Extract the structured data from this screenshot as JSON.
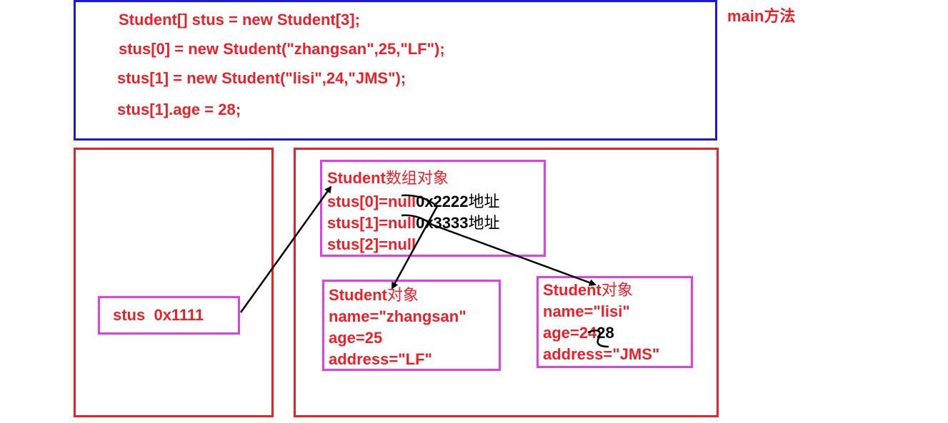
{
  "main_method": {
    "label": "main方法",
    "code_lines": [
      "Student[] stus = new Student[3];",
      "stus[0] = new Student(\"zhangsan\",25,\"LF\");",
      "stus[1] = new Student(\"lisi\",24,\"JMS\");",
      "stus[1].age = 28;"
    ]
  },
  "stack": {
    "variable": "stus  0x1111"
  },
  "heap": {
    "array_object": {
      "title_en": "Student",
      "title_cn": "数组对象",
      "slot0": {
        "text": "stus[0]=null",
        "address": "0x2222",
        "address_suffix": "地址"
      },
      "slot1": {
        "text": "stus[1]=null",
        "address": "0x3333",
        "address_suffix": "地址"
      },
      "slot2": {
        "text": "stus[2]=null"
      }
    },
    "student_zhangsan": {
      "title_en": "Student",
      "title_cn": "对象",
      "name": "name=\"zhangsan\"",
      "age": "age=25",
      "address": "address=\"LF\""
    },
    "student_lisi": {
      "title_en": "Student",
      "title_cn": "对象",
      "name": "name=\"lisi\"",
      "age": "age=24",
      "age_new": "28",
      "address": "address=\"JMS\""
    }
  },
  "colors": {
    "code_red": "#e8222a",
    "main_border_blue": "#1a1adb",
    "region_border_red": "#e8222a",
    "object_border_magenta": "#e040e8",
    "annotation_black": "#000000"
  }
}
